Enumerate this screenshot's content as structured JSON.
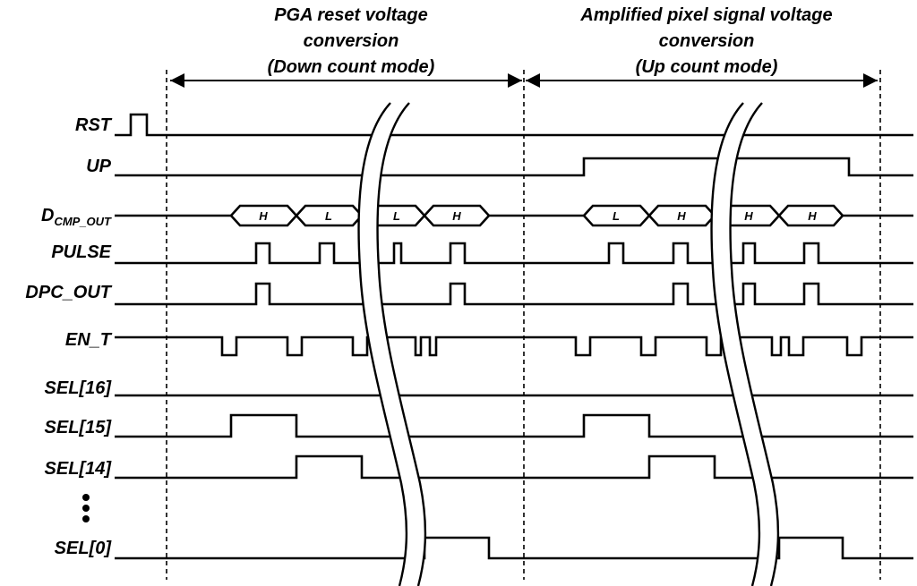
{
  "phases": [
    {
      "lines": [
        "PGA reset voltage",
        "conversion",
        "(Down count mode)"
      ]
    },
    {
      "lines": [
        "Amplified pixel signal voltage",
        "conversion",
        "(Up count mode)"
      ]
    }
  ],
  "signals": [
    {
      "id": "rst",
      "label": "RST"
    },
    {
      "id": "up",
      "label": "UP"
    },
    {
      "id": "dcmp",
      "label": "D",
      "label_sub": "CMP_OUT"
    },
    {
      "id": "pulse",
      "label": "PULSE"
    },
    {
      "id": "dpc",
      "label": "DPC_OUT"
    },
    {
      "id": "ent",
      "label": "EN_T"
    },
    {
      "id": "sel16",
      "label": "SEL[16]"
    },
    {
      "id": "sel15",
      "label": "SEL[15]"
    },
    {
      "id": "sel14",
      "label": "SEL[14]"
    },
    {
      "id": "sel0",
      "label": "SEL[0]"
    }
  ],
  "dcmp_values": [
    "H",
    "L",
    "L",
    "H",
    "L",
    "H",
    "H",
    "H"
  ]
}
